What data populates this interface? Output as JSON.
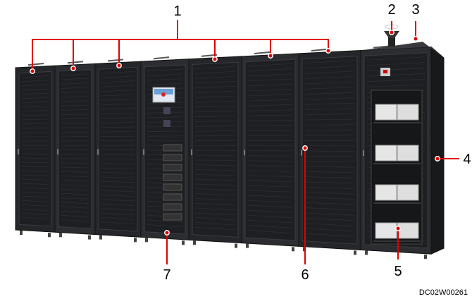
{
  "figure": {
    "code": "DC02W00261",
    "callouts": [
      {
        "label": "1"
      },
      {
        "label": "2"
      },
      {
        "label": "3"
      },
      {
        "label": "4"
      },
      {
        "label": "5"
      },
      {
        "label": "6"
      },
      {
        "label": "7"
      }
    ],
    "colors": {
      "callout": "#e00000",
      "cabinet": "#2a2b2d",
      "cabinet_dark": "#1b1c1e"
    }
  }
}
